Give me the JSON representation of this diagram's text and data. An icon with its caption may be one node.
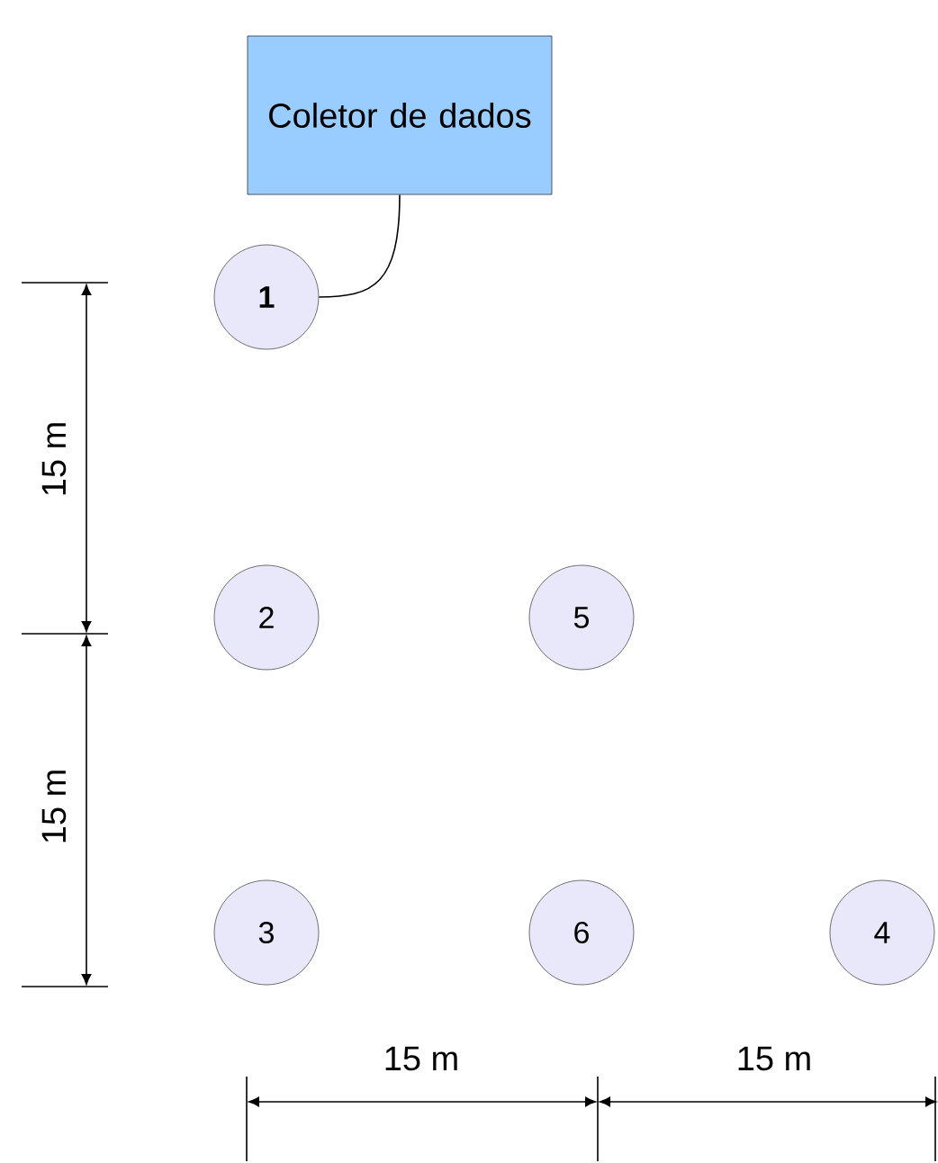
{
  "diagram": {
    "nodes": [
      {
        "text": [
          "Coletor de dados"
        ]
      },
      {
        "text": [
          "1"
        ]
      },
      {
        "text": [
          "2"
        ]
      },
      {
        "text": [
          "5"
        ]
      },
      {
        "text": [
          "3"
        ]
      },
      {
        "text": [
          "6"
        ]
      },
      {
        "text": [
          "4"
        ]
      }
    ],
    "edges": [
      {
        "from": 0,
        "to": 1,
        "arrow": "none"
      }
    ],
    "labels": [
      "15 m",
      "15 m",
      "15 m",
      "15 m"
    ]
  }
}
